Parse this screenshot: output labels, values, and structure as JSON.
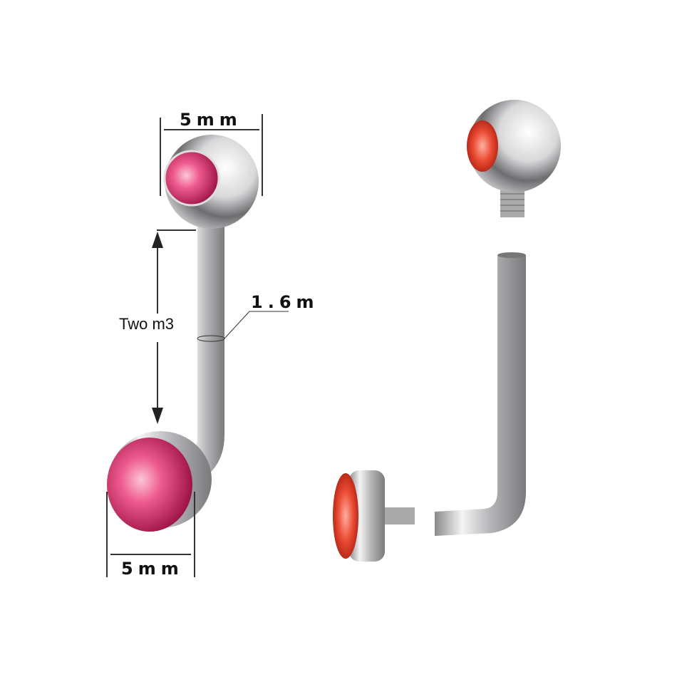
{
  "annotations": {
    "top_ball_diameter": "5mm",
    "bar_gauge": "1.6m",
    "bar_length": "Two m3",
    "bottom_gem_diameter": "5mm"
  },
  "colors": {
    "metal": "#c9c9cb",
    "gem_pink": "#e8407a",
    "gem_red": "#e8402a"
  }
}
